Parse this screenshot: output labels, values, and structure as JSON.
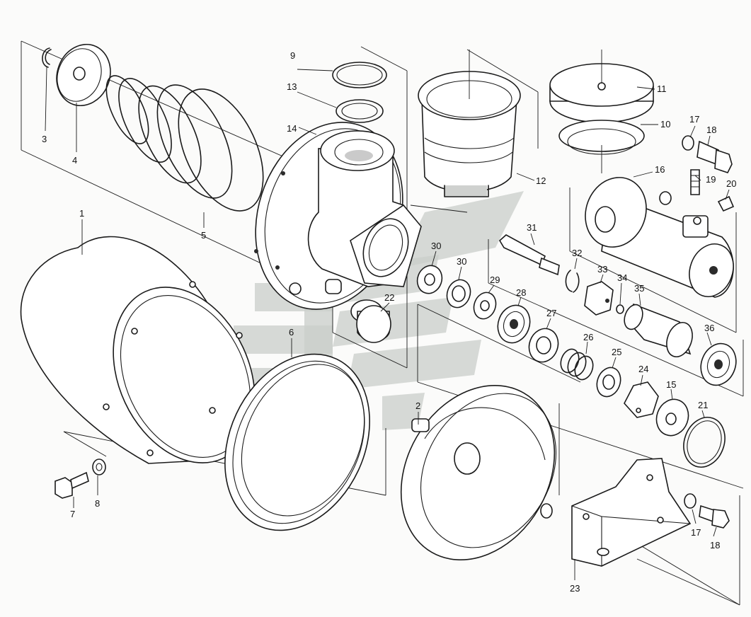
{
  "figure": {
    "part_labels": [
      "1",
      "2",
      "3",
      "4",
      "5",
      "6",
      "7",
      "8",
      "9",
      "10",
      "11",
      "12",
      "13",
      "14",
      "15",
      "16",
      "17",
      "18",
      "19",
      "20",
      "21",
      "22",
      "23",
      "24",
      "25",
      "26",
      "27",
      "28",
      "29",
      "30",
      "31",
      "32",
      "33",
      "34",
      "35",
      "36"
    ],
    "label_17_second": "17",
    "label_18_second": "18",
    "label_30_second": "30"
  }
}
